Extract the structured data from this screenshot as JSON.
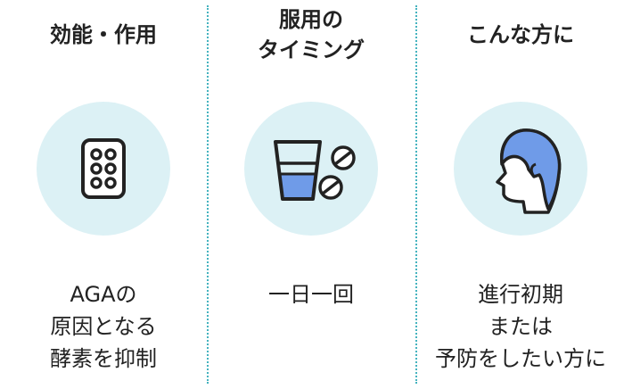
{
  "columns": [
    {
      "heading": [
        "効能・作用"
      ],
      "icon": "pill-blister-icon",
      "text": [
        "AGAの",
        "原因となる",
        "酵素を抑制"
      ]
    },
    {
      "heading": [
        "服用の",
        "タイミング"
      ],
      "icon": "water-glass-and-tablets-icon",
      "text": [
        "一日一回"
      ]
    },
    {
      "heading": [
        "こんな方に"
      ],
      "icon": "head-profile-icon",
      "text": [
        "進行初期",
        "または",
        "予防をしたい方に"
      ]
    }
  ],
  "colors": {
    "divider": "#45b3bf",
    "circle_bg": "#dcf1f5",
    "accent_blue": "#6f9be8",
    "ink": "#222222"
  }
}
